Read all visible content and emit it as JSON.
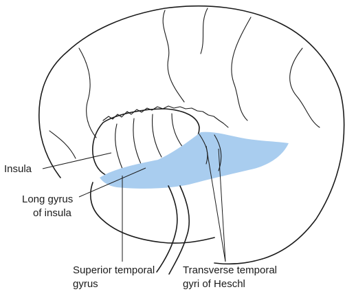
{
  "labels": {
    "insula": "Insula",
    "long_gyrus_line1": "Long gyrus",
    "long_gyrus_line2": "of insula",
    "superior_temporal_line1": "Superior temporal",
    "superior_temporal_line2": "gyrus",
    "transverse_line1": "Transverse temporal",
    "transverse_line2": "gyri of Heschl"
  },
  "colors": {
    "highlight": "#a9cdef",
    "outline": "#1a1a1a",
    "background": "#ffffff"
  }
}
